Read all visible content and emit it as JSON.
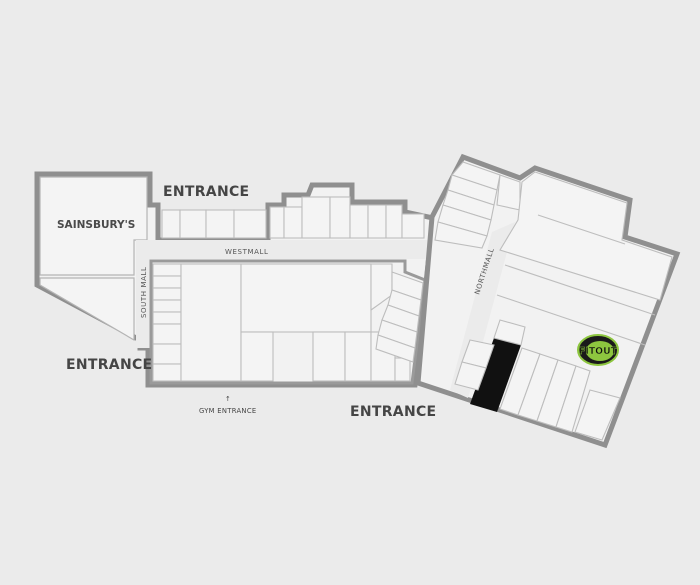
{
  "map": {
    "anchor_store": "SAINSBURY'S",
    "malls": {
      "west": "WESTMALL",
      "south": "SOUTH MALL",
      "north": "NORTHMALL"
    },
    "entrances": {
      "north": "ENTRANCE",
      "west": "ENTRANCE",
      "south": "ENTRANCE",
      "gym": "GYM ENTRANCE",
      "gym_arrow": "↑"
    },
    "highlight_color": "#111111",
    "logo": {
      "text": "FITOUT",
      "color": "#8dc63f",
      "icon": "fitness-logo-icon"
    }
  }
}
